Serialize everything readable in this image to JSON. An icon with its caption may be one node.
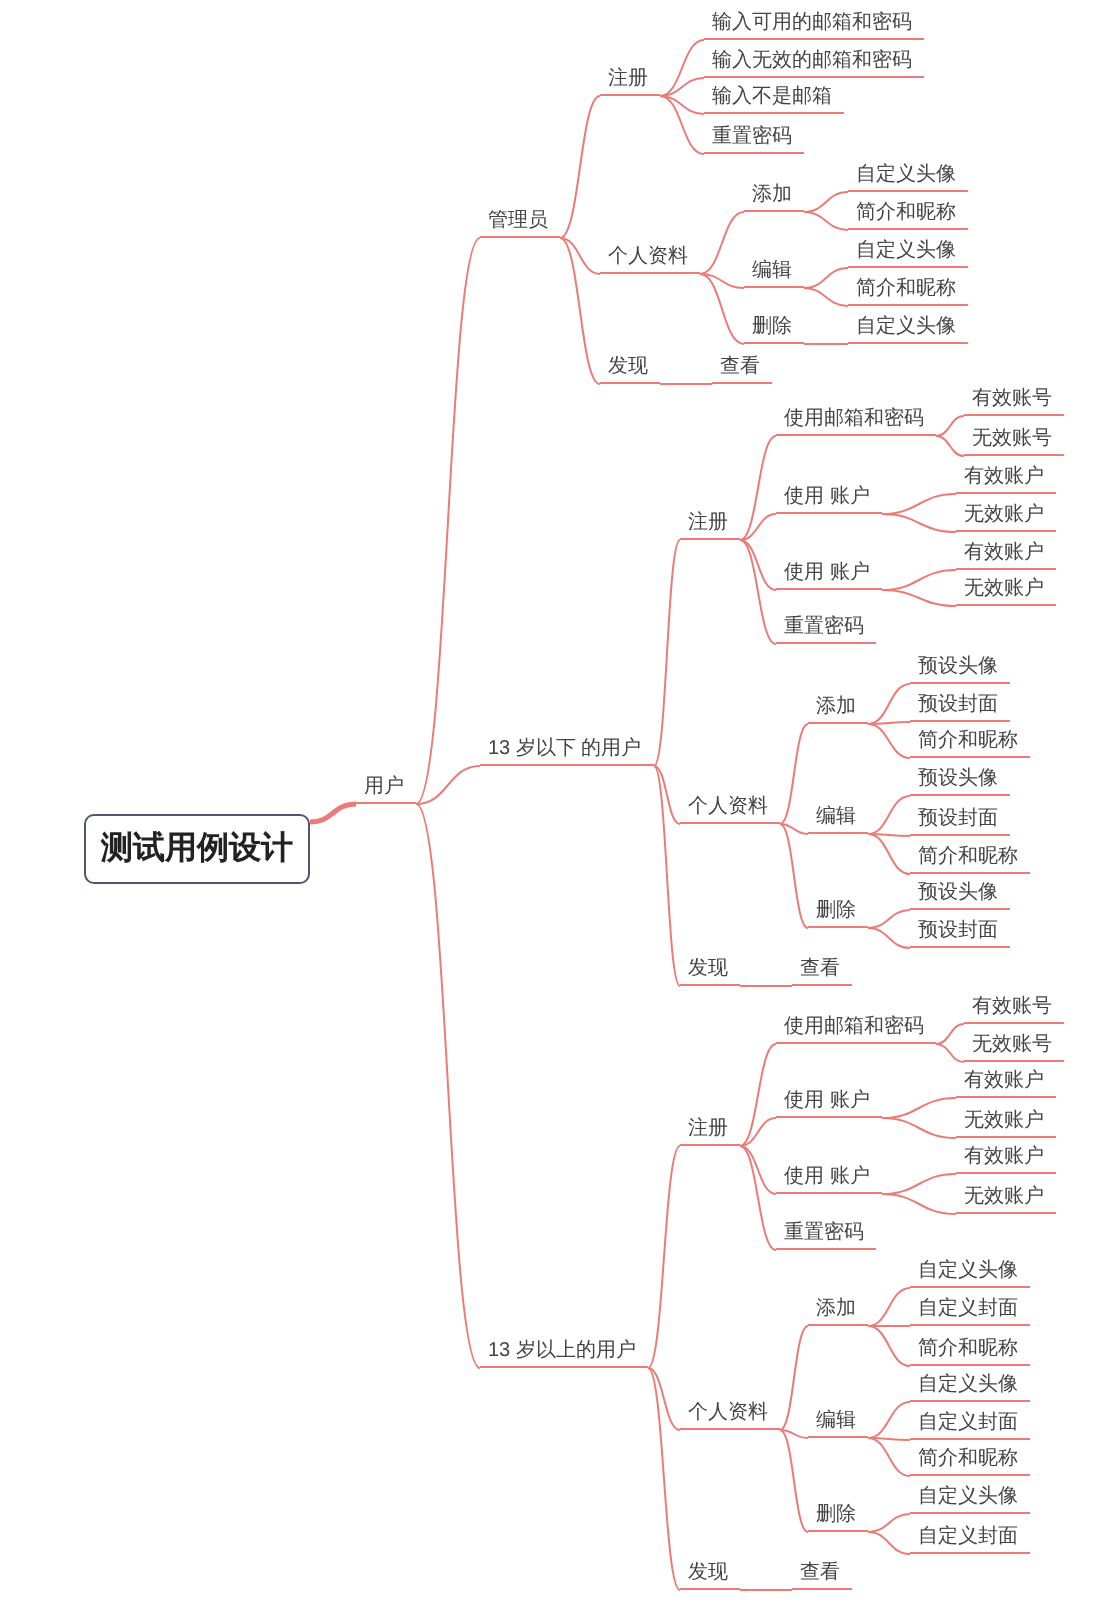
{
  "diagram": {
    "nodes": [
      {
        "text": [
          "测试用例设计"
        ]
      },
      {
        "text": [
          "用户"
        ]
      },
      {
        "text": [
          "管理员"
        ]
      },
      {
        "text": [
          "注册"
        ]
      },
      {
        "text": [
          "输入可用的邮箱和密码"
        ]
      },
      {
        "text": [
          "输入无效的邮箱和密码"
        ]
      },
      {
        "text": [
          "输入不是邮箱"
        ]
      },
      {
        "text": [
          "重置密码"
        ]
      },
      {
        "text": [
          "个人资料"
        ]
      },
      {
        "text": [
          "添加"
        ]
      },
      {
        "text": [
          "自定义头像"
        ]
      },
      {
        "text": [
          "简介和昵称"
        ]
      },
      {
        "text": [
          "编辑"
        ]
      },
      {
        "text": [
          "自定义头像"
        ]
      },
      {
        "text": [
          "简介和昵称"
        ]
      },
      {
        "text": [
          "删除"
        ]
      },
      {
        "text": [
          "自定义头像"
        ]
      },
      {
        "text": [
          "发现"
        ]
      },
      {
        "text": [
          "查看"
        ]
      },
      {
        "text": [
          "13 岁以下 的用户"
        ]
      },
      {
        "text": [
          "注册"
        ]
      },
      {
        "text": [
          "使用邮箱和密码"
        ]
      },
      {
        "text": [
          "有效账号"
        ]
      },
      {
        "text": [
          "无效账号"
        ]
      },
      {
        "text": [
          "使用 账户"
        ]
      },
      {
        "text": [
          "有效账户"
        ]
      },
      {
        "text": [
          "无效账户"
        ]
      },
      {
        "text": [
          "使用 账户"
        ]
      },
      {
        "text": [
          "有效账户"
        ]
      },
      {
        "text": [
          "无效账户"
        ]
      },
      {
        "text": [
          "重置密码"
        ]
      },
      {
        "text": [
          "个人资料"
        ]
      },
      {
        "text": [
          "添加"
        ]
      },
      {
        "text": [
          "预设头像"
        ]
      },
      {
        "text": [
          "预设封面"
        ]
      },
      {
        "text": [
          "简介和昵称"
        ]
      },
      {
        "text": [
          "编辑"
        ]
      },
      {
        "text": [
          "预设头像"
        ]
      },
      {
        "text": [
          "预设封面"
        ]
      },
      {
        "text": [
          "简介和昵称"
        ]
      },
      {
        "text": [
          "删除"
        ]
      },
      {
        "text": [
          "预设头像"
        ]
      },
      {
        "text": [
          "预设封面"
        ]
      },
      {
        "text": [
          "发现"
        ]
      },
      {
        "text": [
          "查看"
        ]
      },
      {
        "text": [
          "13 岁以上的用户"
        ]
      },
      {
        "text": [
          "注册"
        ]
      },
      {
        "text": [
          "使用邮箱和密码"
        ]
      },
      {
        "text": [
          "有效账号"
        ]
      },
      {
        "text": [
          "无效账号"
        ]
      },
      {
        "text": [
          "使用 账户"
        ]
      },
      {
        "text": [
          "有效账户"
        ]
      },
      {
        "text": [
          "无效账户"
        ]
      },
      {
        "text": [
          "使用 账户"
        ]
      },
      {
        "text": [
          "有效账户"
        ]
      },
      {
        "text": [
          "无效账户"
        ]
      },
      {
        "text": [
          "重置密码"
        ]
      },
      {
        "text": [
          "个人资料"
        ]
      },
      {
        "text": [
          "添加"
        ]
      },
      {
        "text": [
          "自定义头像"
        ]
      },
      {
        "text": [
          "自定义封面"
        ]
      },
      {
        "text": [
          "简介和昵称"
        ]
      },
      {
        "text": [
          "编辑"
        ]
      },
      {
        "text": [
          "自定义头像"
        ]
      },
      {
        "text": [
          "自定义封面"
        ]
      },
      {
        "text": [
          "简介和昵称"
        ]
      },
      {
        "text": [
          "删除"
        ]
      },
      {
        "text": [
          "自定义头像"
        ]
      },
      {
        "text": [
          "自定义封面"
        ]
      },
      {
        "text": [
          "发现"
        ]
      },
      {
        "text": [
          "查看"
        ]
      }
    ],
    "edges": [
      {
        "from": 0,
        "to": 1,
        "arrow": "none",
        "style": "thick"
      },
      {
        "from": 1,
        "to": 2,
        "arrow": "none"
      },
      {
        "from": 2,
        "to": 3,
        "arrow": "none"
      },
      {
        "from": 3,
        "to": 4,
        "arrow": "none"
      },
      {
        "from": 3,
        "to": 5,
        "arrow": "none"
      },
      {
        "from": 3,
        "to": 6,
        "arrow": "none"
      },
      {
        "from": 3,
        "to": 7,
        "arrow": "none"
      },
      {
        "from": 2,
        "to": 8,
        "arrow": "none"
      },
      {
        "from": 8,
        "to": 9,
        "arrow": "none"
      },
      {
        "from": 9,
        "to": 10,
        "arrow": "none"
      },
      {
        "from": 9,
        "to": 11,
        "arrow": "none"
      },
      {
        "from": 8,
        "to": 12,
        "arrow": "none"
      },
      {
        "from": 12,
        "to": 13,
        "arrow": "none"
      },
      {
        "from": 12,
        "to": 14,
        "arrow": "none"
      },
      {
        "from": 8,
        "to": 15,
        "arrow": "none"
      },
      {
        "from": 15,
        "to": 16,
        "arrow": "none"
      },
      {
        "from": 2,
        "to": 17,
        "arrow": "none"
      },
      {
        "from": 17,
        "to": 18,
        "arrow": "none"
      },
      {
        "from": 1,
        "to": 19,
        "arrow": "none"
      },
      {
        "from": 19,
        "to": 20,
        "arrow": "none"
      },
      {
        "from": 20,
        "to": 21,
        "arrow": "none"
      },
      {
        "from": 21,
        "to": 22,
        "arrow": "none"
      },
      {
        "from": 21,
        "to": 23,
        "arrow": "none"
      },
      {
        "from": 20,
        "to": 24,
        "arrow": "none"
      },
      {
        "from": 24,
        "to": 25,
        "arrow": "none"
      },
      {
        "from": 24,
        "to": 26,
        "arrow": "none"
      },
      {
        "from": 20,
        "to": 27,
        "arrow": "none"
      },
      {
        "from": 27,
        "to": 28,
        "arrow": "none"
      },
      {
        "from": 27,
        "to": 29,
        "arrow": "none"
      },
      {
        "from": 20,
        "to": 30,
        "arrow": "none"
      },
      {
        "from": 19,
        "to": 31,
        "arrow": "none"
      },
      {
        "from": 31,
        "to": 32,
        "arrow": "none"
      },
      {
        "from": 32,
        "to": 33,
        "arrow": "none"
      },
      {
        "from": 32,
        "to": 34,
        "arrow": "none"
      },
      {
        "from": 32,
        "to": 35,
        "arrow": "none"
      },
      {
        "from": 31,
        "to": 36,
        "arrow": "none"
      },
      {
        "from": 36,
        "to": 37,
        "arrow": "none"
      },
      {
        "from": 36,
        "to": 38,
        "arrow": "none"
      },
      {
        "from": 36,
        "to": 39,
        "arrow": "none"
      },
      {
        "from": 31,
        "to": 40,
        "arrow": "none"
      },
      {
        "from": 40,
        "to": 41,
        "arrow": "none"
      },
      {
        "from": 40,
        "to": 42,
        "arrow": "none"
      },
      {
        "from": 19,
        "to": 43,
        "arrow": "none"
      },
      {
        "from": 43,
        "to": 44,
        "arrow": "none"
      },
      {
        "from": 1,
        "to": 45,
        "arrow": "none"
      },
      {
        "from": 45,
        "to": 46,
        "arrow": "none"
      },
      {
        "from": 46,
        "to": 47,
        "arrow": "none"
      },
      {
        "from": 47,
        "to": 48,
        "arrow": "none"
      },
      {
        "from": 47,
        "to": 49,
        "arrow": "none"
      },
      {
        "from": 46,
        "to": 50,
        "arrow": "none"
      },
      {
        "from": 50,
        "to": 51,
        "arrow": "none"
      },
      {
        "from": 50,
        "to": 52,
        "arrow": "none"
      },
      {
        "from": 46,
        "to": 53,
        "arrow": "none"
      },
      {
        "from": 53,
        "to": 54,
        "arrow": "none"
      },
      {
        "from": 53,
        "to": 55,
        "arrow": "none"
      },
      {
        "from": 46,
        "to": 56,
        "arrow": "none"
      },
      {
        "from": 45,
        "to": 57,
        "arrow": "none"
      },
      {
        "from": 57,
        "to": 58,
        "arrow": "none"
      },
      {
        "from": 58,
        "to": 59,
        "arrow": "none"
      },
      {
        "from": 58,
        "to": 60,
        "arrow": "none"
      },
      {
        "from": 58,
        "to": 61,
        "arrow": "none"
      },
      {
        "from": 57,
        "to": 62,
        "arrow": "none"
      },
      {
        "from": 62,
        "to": 63,
        "arrow": "none"
      },
      {
        "from": 62,
        "to": 64,
        "arrow": "none"
      },
      {
        "from": 62,
        "to": 65,
        "arrow": "none"
      },
      {
        "from": 57,
        "to": 66,
        "arrow": "none"
      },
      {
        "from": 66,
        "to": 67,
        "arrow": "none"
      },
      {
        "from": 66,
        "to": 68,
        "arrow": "none"
      },
      {
        "from": 45,
        "to": 69,
        "arrow": "none"
      },
      {
        "from": 69,
        "to": 70,
        "arrow": "none"
      }
    ]
  }
}
